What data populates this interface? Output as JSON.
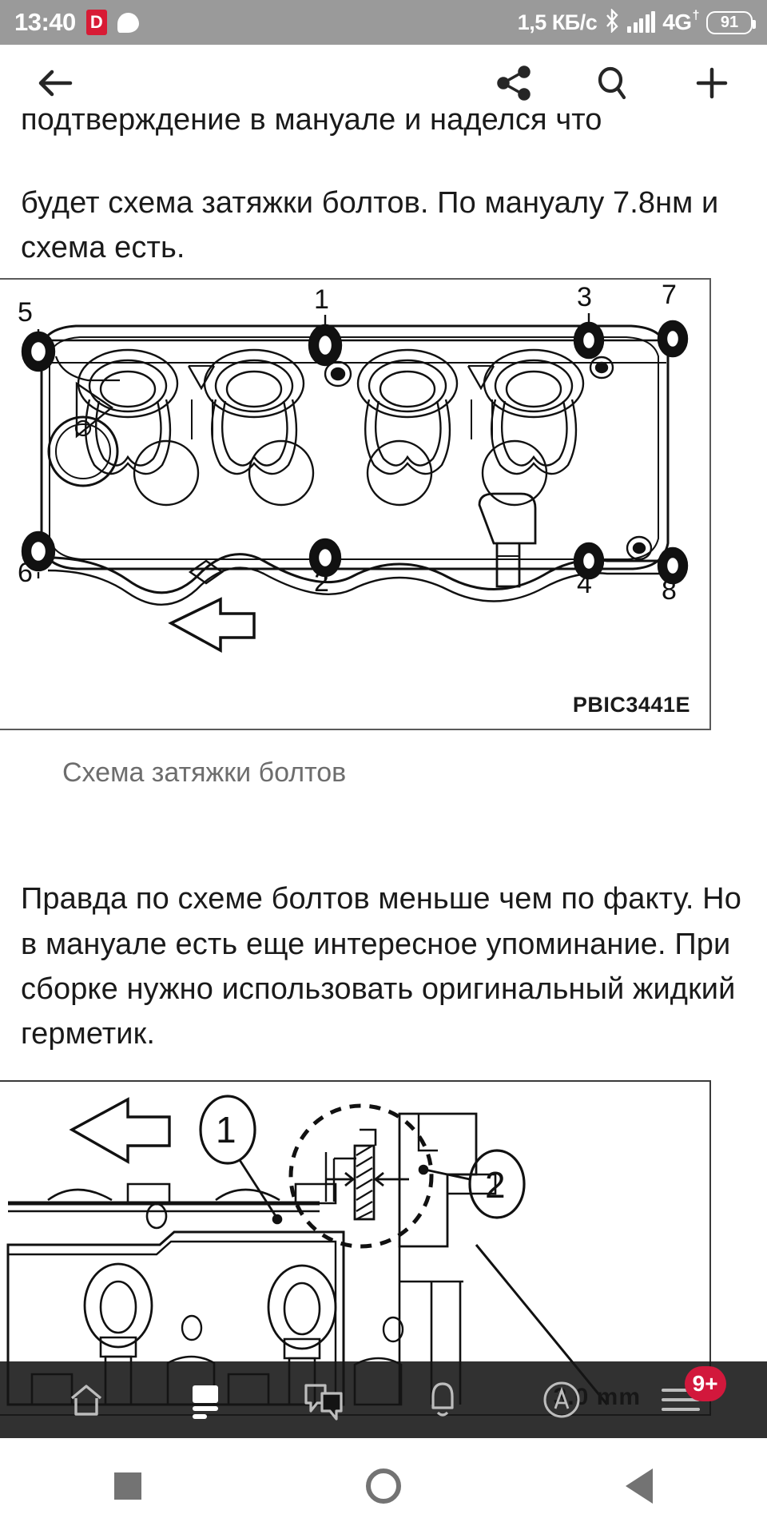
{
  "status_bar": {
    "time": "13:40",
    "d_badge": "D",
    "chat_icon": "chat-bubble-icon",
    "network_speed": "1,5 КБ/с",
    "bluetooth_icon": "bluetooth-icon",
    "signal_icon": "signal-bars-icon",
    "network_type": "4G",
    "network_type_sup": "†",
    "battery_level": "91",
    "bar_color": "#9a9a9a",
    "badge_color": "#d81b35"
  },
  "toolbar": {
    "back_icon": "back-arrow-icon",
    "share_icon": "share-icon",
    "search_icon": "search-icon",
    "add_icon": "plus-icon"
  },
  "article": {
    "clipped_line": "подтверждение в мануале и наделся что",
    "paragraph_1": "будет схема затяжки болтов. По мануалу 7.8нм и схема есть.",
    "figure_1": {
      "name": "bolt-tightening-diagram",
      "code_label": "PBIC3441E",
      "bolt_numbers": [
        "5",
        "1",
        "3",
        "7",
        "6",
        "2",
        "4",
        "8"
      ],
      "caption": "Схема затяжки болтов"
    },
    "paragraph_2": "Правда по схеме болтов меньше чем по факту. Но в мануале есть еще интересное упоминание. При сборке нужно использовать оригинальный жидкий герметик.",
    "figure_2": {
      "name": "sealant-application-diagram",
      "callout_1": "1",
      "callout_2": "2",
      "dimension_label": "3.0 mm"
    }
  },
  "bottom_nav": {
    "background": "rgba(20,20,20,0.88)",
    "items": [
      {
        "name": "nav-home",
        "icon": "home-icon",
        "active": false
      },
      {
        "name": "nav-feed",
        "icon": "article-feed-icon",
        "active": true
      },
      {
        "name": "nav-comments",
        "icon": "comments-icon",
        "active": false
      },
      {
        "name": "nav-notifications",
        "icon": "bell-icon",
        "active": false
      },
      {
        "name": "nav-auto",
        "icon": "circled-a-icon",
        "active": false
      },
      {
        "name": "nav-menu",
        "icon": "hamburger-menu-icon",
        "active": false,
        "badge": "9+"
      }
    ],
    "badge_color": "#d2183c"
  },
  "system_nav": {
    "recent_icon": "square-recents-icon",
    "home_icon": "circle-home-icon",
    "back_icon": "triangle-back-icon"
  }
}
